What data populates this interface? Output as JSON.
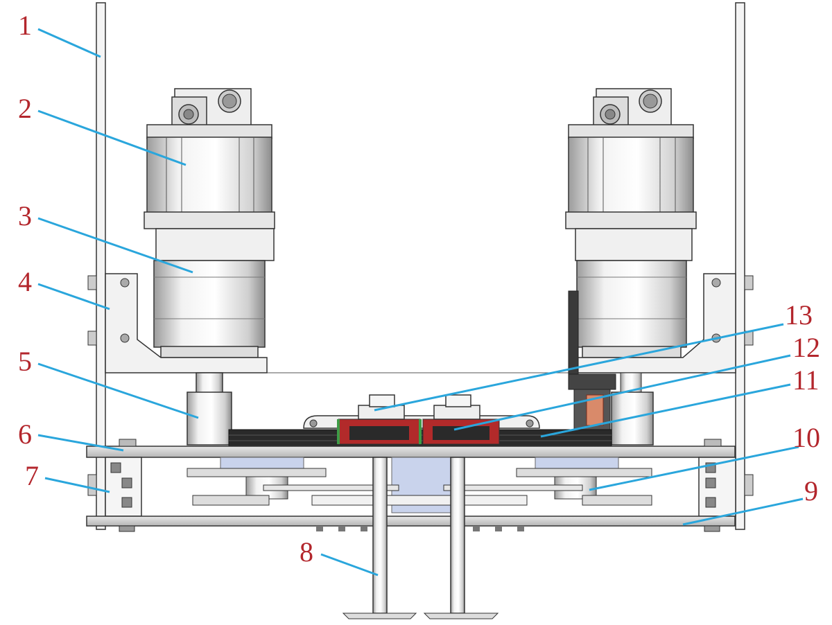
{
  "callouts": [
    {
      "id": "1",
      "text": "1"
    },
    {
      "id": "2",
      "text": "2"
    },
    {
      "id": "3",
      "text": "3"
    },
    {
      "id": "4",
      "text": "4"
    },
    {
      "id": "5",
      "text": "5"
    },
    {
      "id": "6",
      "text": "6"
    },
    {
      "id": "7",
      "text": "7"
    },
    {
      "id": "8",
      "text": "8"
    },
    {
      "id": "9",
      "text": "9"
    },
    {
      "id": "10",
      "text": "10"
    },
    {
      "id": "11",
      "text": "11"
    },
    {
      "id": "12",
      "text": "12"
    },
    {
      "id": "13",
      "text": "13"
    }
  ],
  "colors": {
    "callout_text": "#b3262c",
    "leader_line": "#2aa6dc",
    "outline": "#333333",
    "rail": "#2a2a2a",
    "carriage": "#b22a2a",
    "glass": "#c9d3ec"
  }
}
